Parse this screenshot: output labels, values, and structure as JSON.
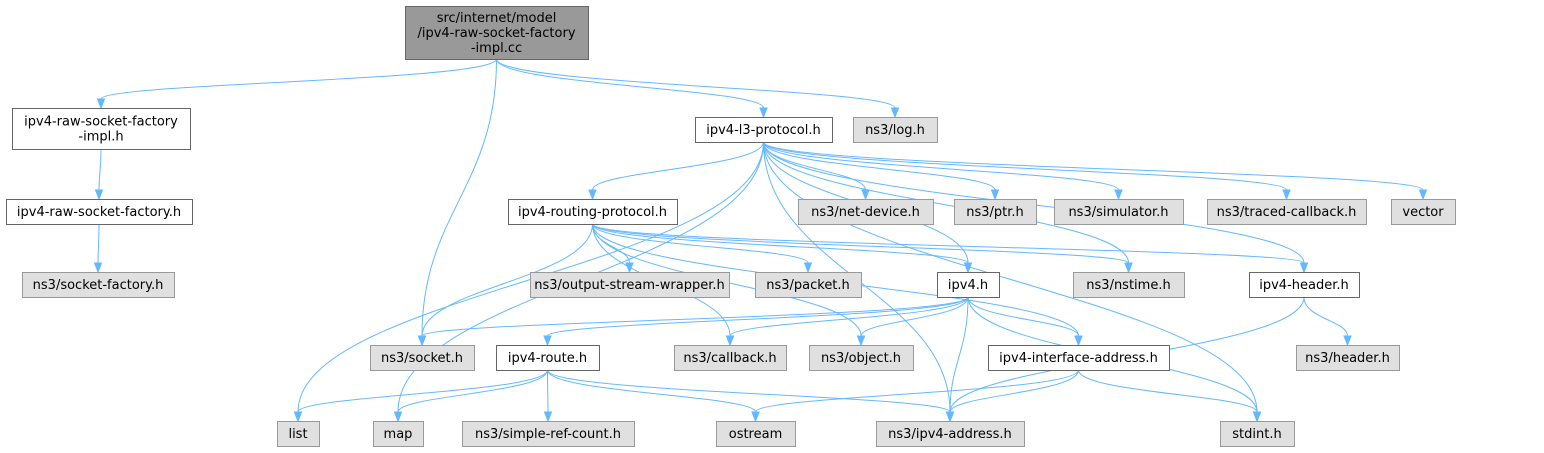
{
  "colors": {
    "root_fill": "#999999",
    "local_fill": "#ffffff",
    "external_fill": "#e0e0e0",
    "border_dark": "#666666",
    "border_light": "#999999",
    "edge": "#63b8ff"
  },
  "nodes": {
    "root": {
      "lines": [
        "src/internet/model",
        "/ipv4-raw-socket-factory",
        "-impl.cc"
      ],
      "kind": "root"
    },
    "rawimplh": {
      "lines": [
        "ipv4-raw-socket-factory",
        "-impl.h"
      ],
      "kind": "local"
    },
    "rawh": {
      "lines": [
        "ipv4-raw-socket-factory.h"
      ],
      "kind": "local"
    },
    "sockfact": {
      "lines": [
        "ns3/socket-factory.h"
      ],
      "kind": "external"
    },
    "l3": {
      "lines": [
        "ipv4-l3-protocol.h"
      ],
      "kind": "local"
    },
    "log": {
      "lines": [
        "ns3/log.h"
      ],
      "kind": "external"
    },
    "routing": {
      "lines": [
        "ipv4-routing-protocol.h"
      ],
      "kind": "local"
    },
    "netdev": {
      "lines": [
        "ns3/net-device.h"
      ],
      "kind": "external"
    },
    "ptr": {
      "lines": [
        "ns3/ptr.h"
      ],
      "kind": "external"
    },
    "sim": {
      "lines": [
        "ns3/simulator.h"
      ],
      "kind": "external"
    },
    "traced": {
      "lines": [
        "ns3/traced-callback.h"
      ],
      "kind": "external"
    },
    "vector": {
      "lines": [
        "vector"
      ],
      "kind": "external"
    },
    "osw": {
      "lines": [
        "ns3/output-stream-wrapper.h"
      ],
      "kind": "external"
    },
    "packet": {
      "lines": [
        "ns3/packet.h"
      ],
      "kind": "external"
    },
    "ipv4": {
      "lines": [
        "ipv4.h"
      ],
      "kind": "local"
    },
    "nstime": {
      "lines": [
        "ns3/nstime.h"
      ],
      "kind": "external"
    },
    "hdr": {
      "lines": [
        "ipv4-header.h"
      ],
      "kind": "local"
    },
    "socket": {
      "lines": [
        "ns3/socket.h"
      ],
      "kind": "external"
    },
    "route": {
      "lines": [
        "ipv4-route.h"
      ],
      "kind": "local"
    },
    "callback": {
      "lines": [
        "ns3/callback.h"
      ],
      "kind": "external"
    },
    "object": {
      "lines": [
        "ns3/object.h"
      ],
      "kind": "external"
    },
    "ifaddr": {
      "lines": [
        "ipv4-interface-address.h"
      ],
      "kind": "local"
    },
    "header": {
      "lines": [
        "ns3/header.h"
      ],
      "kind": "external"
    },
    "list": {
      "lines": [
        "list"
      ],
      "kind": "external"
    },
    "map": {
      "lines": [
        "map"
      ],
      "kind": "external"
    },
    "refcount": {
      "lines": [
        "ns3/simple-ref-count.h"
      ],
      "kind": "external"
    },
    "ostream": {
      "lines": [
        "ostream"
      ],
      "kind": "external"
    },
    "addr": {
      "lines": [
        "ns3/ipv4-address.h"
      ],
      "kind": "external"
    },
    "stdint": {
      "lines": [
        "stdint.h"
      ],
      "kind": "external"
    }
  },
  "edges": [
    [
      "root",
      "rawimplh"
    ],
    [
      "root",
      "socket"
    ],
    [
      "root",
      "l3"
    ],
    [
      "root",
      "log"
    ],
    [
      "rawimplh",
      "rawh"
    ],
    [
      "rawh",
      "sockfact"
    ],
    [
      "l3",
      "routing"
    ],
    [
      "l3",
      "netdev"
    ],
    [
      "l3",
      "ptr"
    ],
    [
      "l3",
      "sim"
    ],
    [
      "l3",
      "traced"
    ],
    [
      "l3",
      "vector"
    ],
    [
      "l3",
      "ipv4"
    ],
    [
      "l3",
      "nstime"
    ],
    [
      "l3",
      "hdr"
    ],
    [
      "l3",
      "list"
    ],
    [
      "l3",
      "map"
    ],
    [
      "l3",
      "addr"
    ],
    [
      "l3",
      "stdint"
    ],
    [
      "routing",
      "osw"
    ],
    [
      "routing",
      "packet"
    ],
    [
      "routing",
      "ipv4"
    ],
    [
      "routing",
      "nstime"
    ],
    [
      "routing",
      "hdr"
    ],
    [
      "routing",
      "socket"
    ],
    [
      "routing",
      "callback"
    ],
    [
      "routing",
      "object"
    ],
    [
      "routing",
      "ifaddr"
    ],
    [
      "ipv4",
      "socket"
    ],
    [
      "ipv4",
      "route"
    ],
    [
      "ipv4",
      "callback"
    ],
    [
      "ipv4",
      "object"
    ],
    [
      "ipv4",
      "ifaddr"
    ],
    [
      "ipv4",
      "addr"
    ],
    [
      "ipv4",
      "stdint"
    ],
    [
      "hdr",
      "header"
    ],
    [
      "hdr",
      "addr"
    ],
    [
      "route",
      "list"
    ],
    [
      "route",
      "map"
    ],
    [
      "route",
      "refcount"
    ],
    [
      "route",
      "ostream"
    ],
    [
      "route",
      "addr"
    ],
    [
      "ifaddr",
      "ostream"
    ],
    [
      "ifaddr",
      "addr"
    ],
    [
      "ifaddr",
      "stdint"
    ]
  ]
}
